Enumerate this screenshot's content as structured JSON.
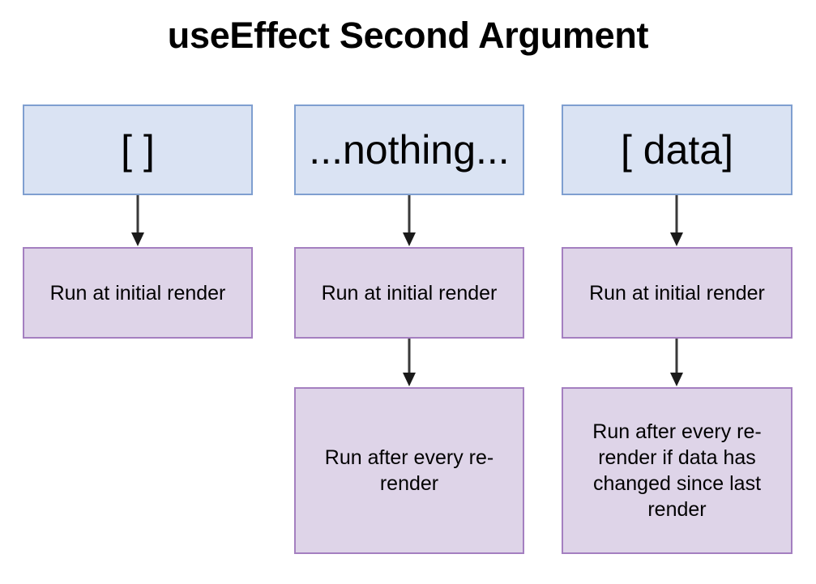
{
  "title": "useEffect Second Argument",
  "colors": {
    "background": "#ffffff",
    "argument_fill": "#dae3f3",
    "argument_border": "#7f9fd0",
    "outcome_fill": "#ded4e8",
    "outcome_border": "#a47fc0",
    "arrow": "#3a3a3a",
    "text": "#000000"
  },
  "columns": [
    {
      "id": "empty-array",
      "argument": "[ ]",
      "outcomes": [
        "Run at initial render"
      ]
    },
    {
      "id": "no-argument",
      "argument": "...nothing...",
      "outcomes": [
        "Run at initial render",
        "Run after every re-render"
      ]
    },
    {
      "id": "data-array",
      "argument": "[ data]",
      "outcomes": [
        "Run at initial render",
        "Run after every re-render if data has changed since last render"
      ]
    }
  ]
}
